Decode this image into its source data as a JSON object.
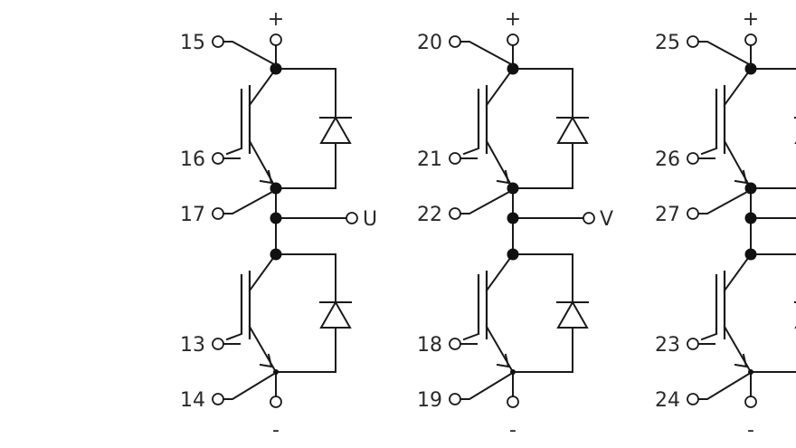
{
  "legs": [
    {
      "plus": "+",
      "minus": "-",
      "terminals": {
        "top": "15",
        "top_gate": "16",
        "mid": "17",
        "bot_gate": "13",
        "bot": "14"
      },
      "output": "U"
    },
    {
      "plus": "+",
      "minus": "-",
      "terminals": {
        "top": "20",
        "top_gate": "21",
        "mid": "22",
        "bot_gate": "18",
        "bot": "19"
      },
      "output": "V"
    },
    {
      "plus": "+",
      "minus": "-",
      "terminals": {
        "top": "25",
        "top_gate": "26",
        "mid": "27",
        "bot_gate": "23",
        "bot": "24"
      },
      "output": ""
    }
  ]
}
